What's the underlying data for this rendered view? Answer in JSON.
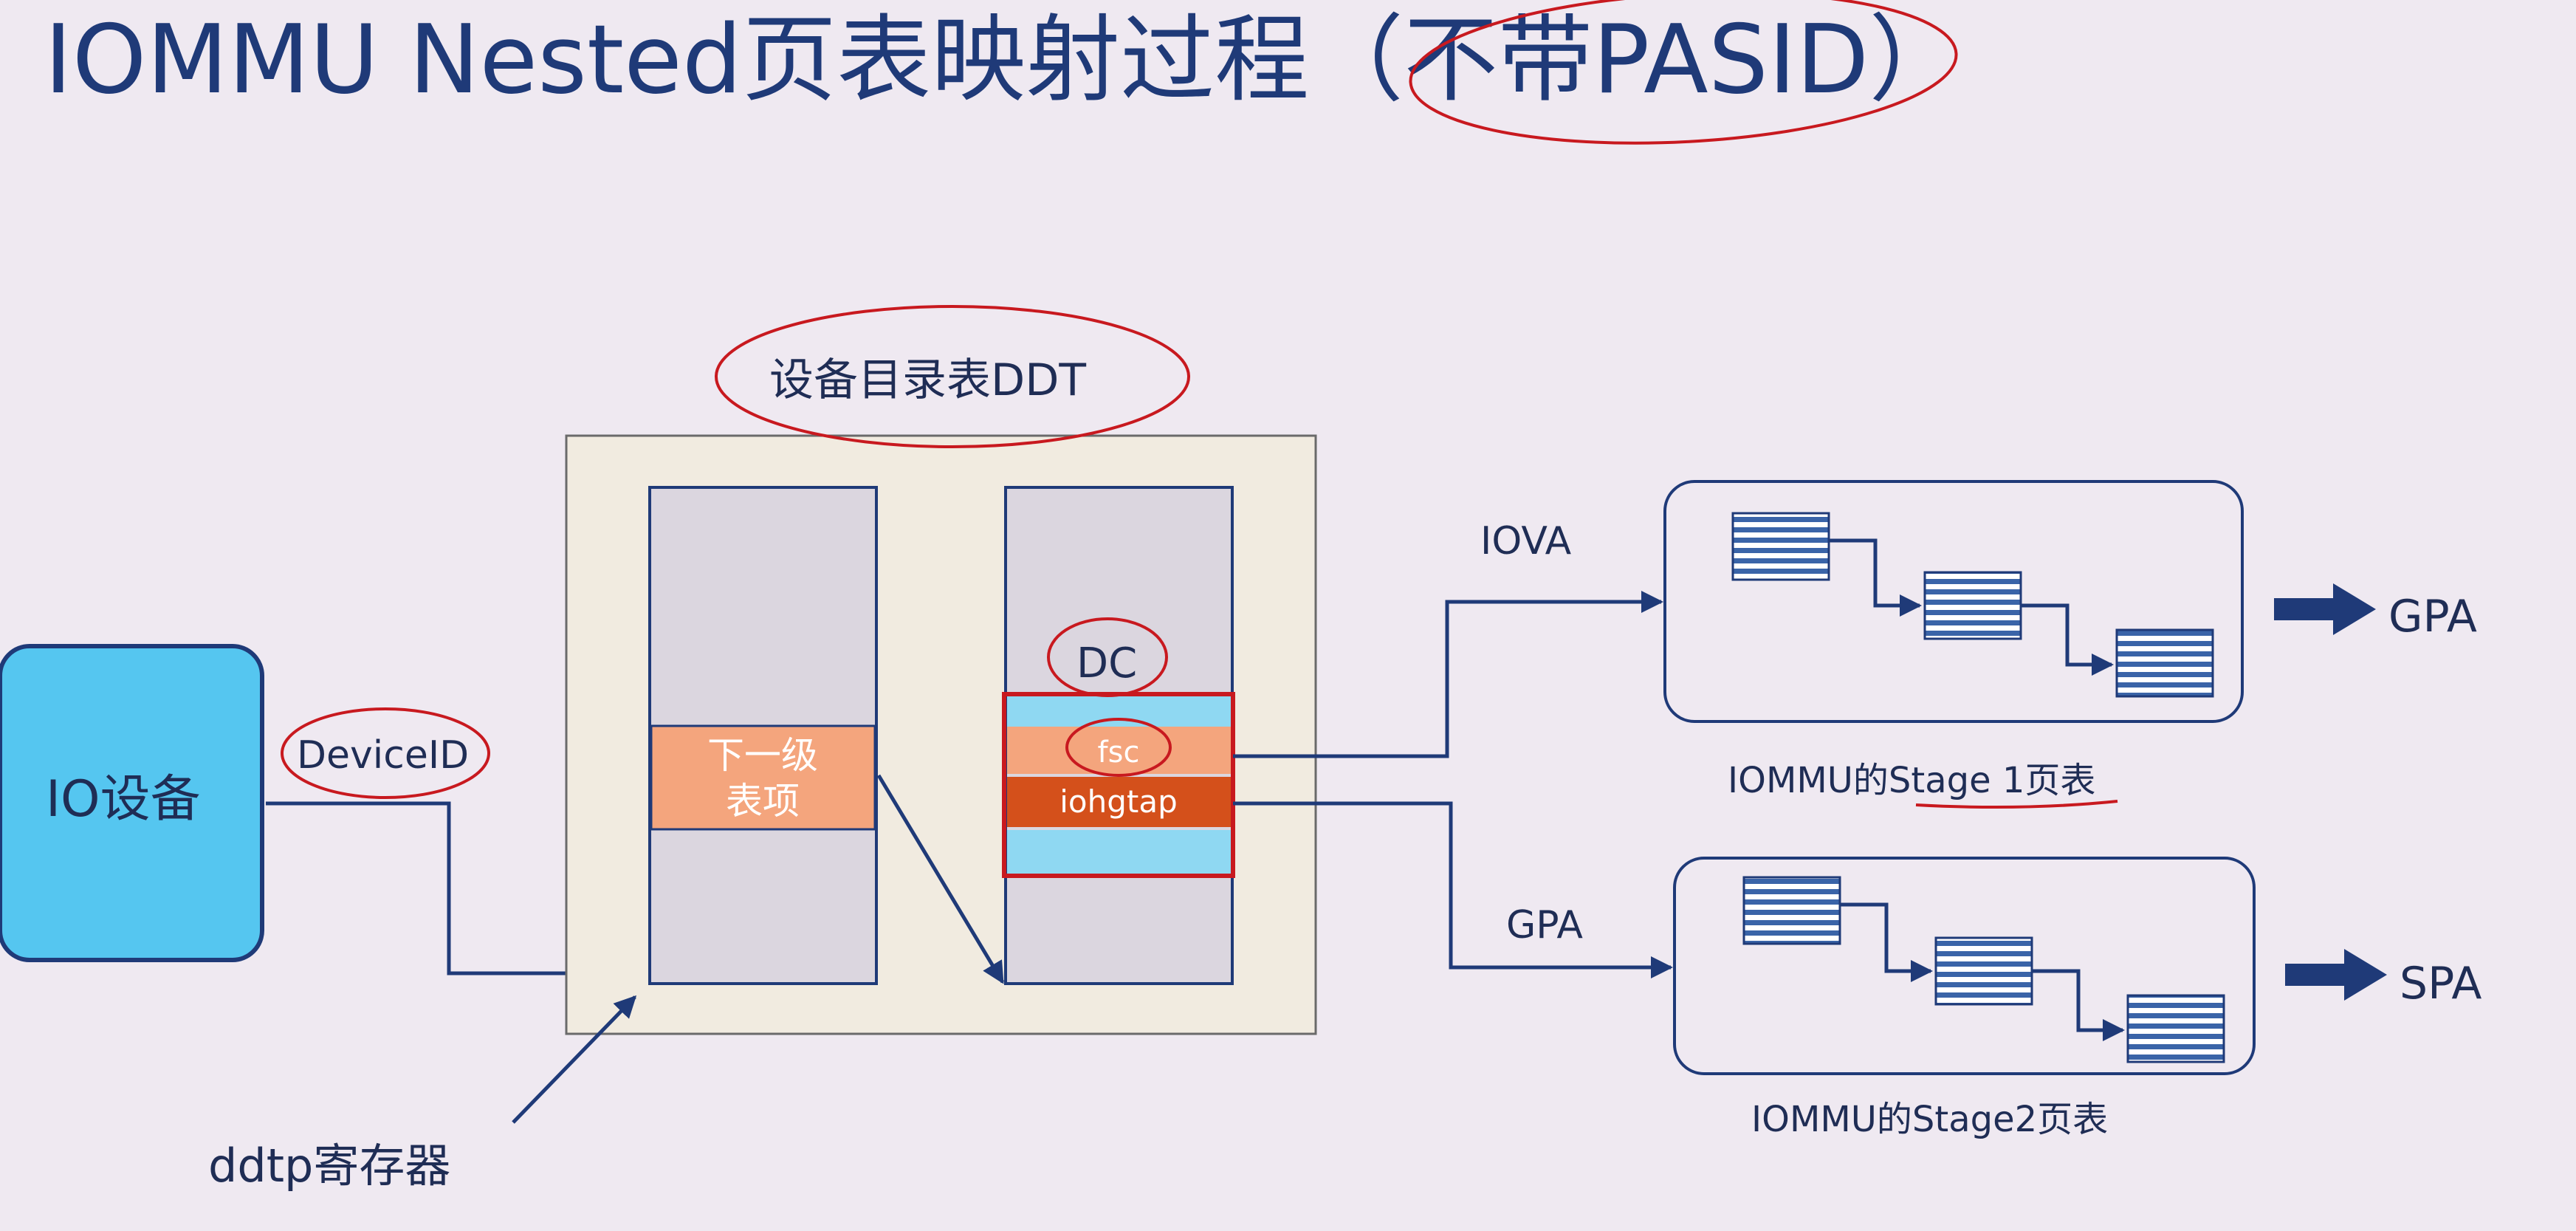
{
  "title": "IOMMU Nested页表映射过程（不带PASID）",
  "io_device": {
    "label": "IO设备"
  },
  "device_id": {
    "label": "DeviceID"
  },
  "ddt": {
    "label": "设备目录表DDT",
    "next_level_entry": {
      "line1": "下一级",
      "line2": "表项"
    },
    "dc": {
      "label": "DC",
      "fsc": "fsc",
      "iohgtap": "iohgtap"
    }
  },
  "ddtp_register": {
    "label": "ddtp寄存器"
  },
  "stage1": {
    "input_label": "IOVA",
    "output_label": "GPA",
    "caption": "IOMMU的Stage 1页表"
  },
  "stage2": {
    "input_label": "GPA",
    "output_label": "SPA",
    "caption": "IOMMU的Stage2页表"
  },
  "colors": {
    "title": "#1f3a78",
    "io_device_fill": "#55c6f0",
    "ddt_panel": "#f1ebe0",
    "column_fill": "#dbd6df",
    "entry_orange": "#f4a57d",
    "entry_dark_orange": "#d4501b",
    "entry_light_blue": "#8fd8f2",
    "wire": "#1f3a78",
    "annotation": "#c8191f"
  }
}
